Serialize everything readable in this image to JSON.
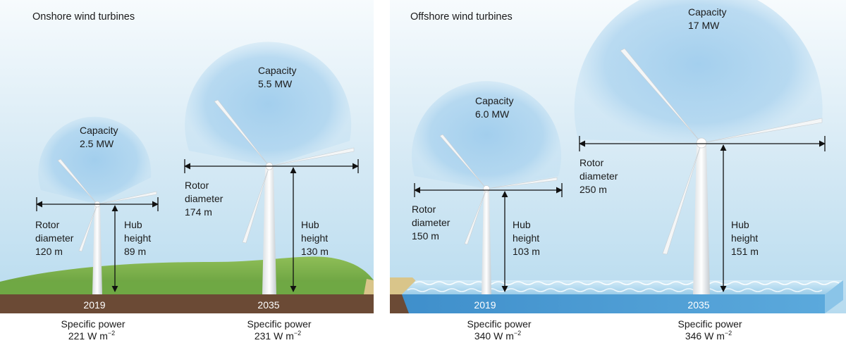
{
  "onshore": {
    "title": "Onshore wind turbines",
    "turbine_2019": {
      "capacity": [
        "Capacity",
        "2.5 MW"
      ],
      "rotor": [
        "Rotor",
        "diameter",
        "120 m"
      ],
      "hub": [
        "Hub",
        "height",
        "89 m"
      ],
      "year": "2019",
      "specific_power": [
        "Specific power",
        "221 W m",
        "−2"
      ]
    },
    "turbine_2035": {
      "capacity": [
        "Capacity",
        "5.5 MW"
      ],
      "rotor": [
        "Rotor",
        "diameter",
        "174 m"
      ],
      "hub": [
        "Hub",
        "height",
        "130 m"
      ],
      "year": "2035",
      "specific_power": [
        "Specific power",
        "231 W m",
        "−2"
      ]
    }
  },
  "offshore": {
    "title": "Offshore wind turbines",
    "turbine_2019": {
      "capacity": [
        "Capacity",
        "6.0 MW"
      ],
      "rotor": [
        "Rotor",
        "diameter",
        "150 m"
      ],
      "hub": [
        "Hub",
        "height",
        "103 m"
      ],
      "year": "2019",
      "specific_power": [
        "Specific power",
        "340 W m",
        "−2"
      ]
    },
    "turbine_2035": {
      "capacity": [
        "Capacity",
        "17 MW"
      ],
      "rotor": [
        "Rotor",
        "diameter",
        "250 m"
      ],
      "hub": [
        "Hub",
        "height",
        "151 m"
      ],
      "year": "2035",
      "specific_power": [
        "Specific power",
        "346 W m",
        "−2"
      ]
    }
  },
  "colors": {
    "sky": "#cfe6f3",
    "rotor_disc": "#9ccbec",
    "grass": "#7fb24a",
    "soil": "#6b4a35",
    "sea": "#4f9fd6",
    "sea_surface": "#bfe0f3",
    "beach": "#d9c58a"
  }
}
